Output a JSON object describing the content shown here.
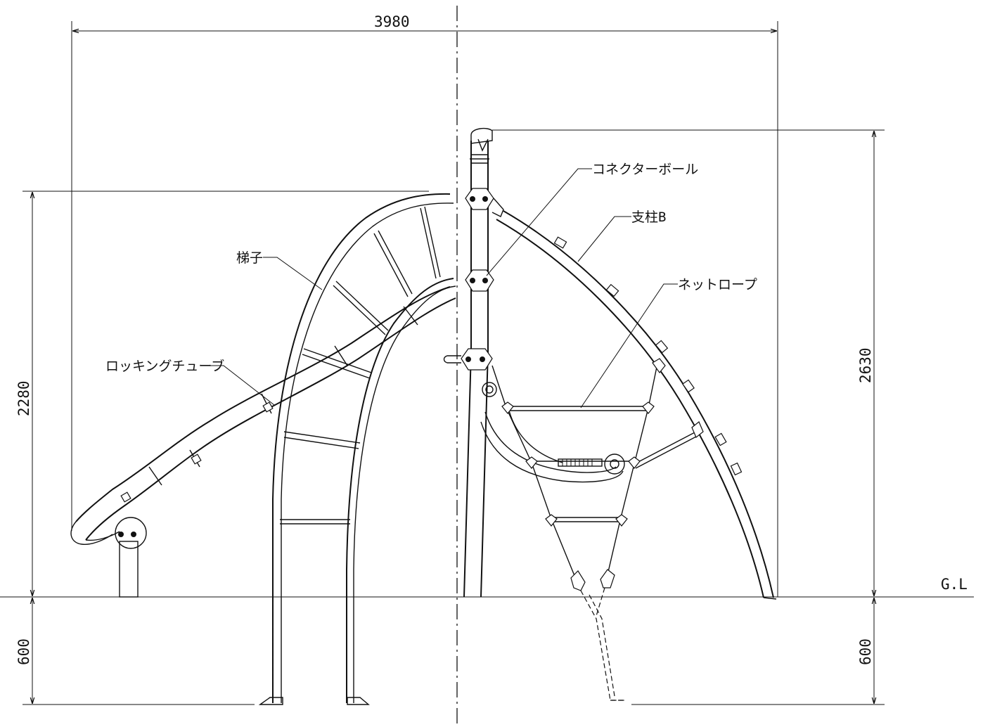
{
  "dimensions": {
    "width_total": "3980",
    "height_ladder": "2280",
    "height_post": "2630",
    "depth_left": "600",
    "depth_right": "600"
  },
  "ground_label": "G.L",
  "labels": {
    "connector_ball": "コネクターボール",
    "post_b": "支柱B",
    "ladder": "梯子",
    "net_rope": "ネットロープ",
    "locking_tube": "ロッキングチューブ"
  }
}
